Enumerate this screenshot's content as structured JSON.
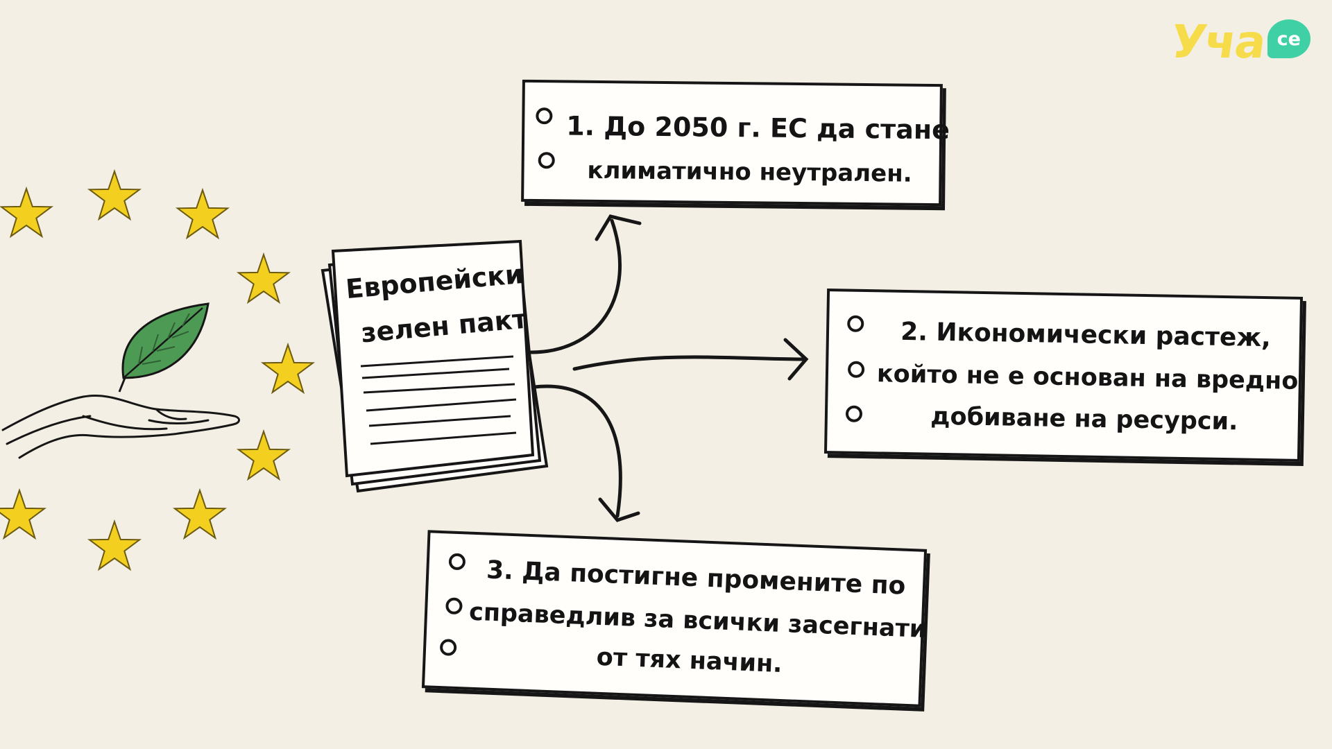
{
  "logo": {
    "text": "Уча",
    "badge": "се"
  },
  "colors": {
    "background": "#f3efe4",
    "logo_yellow": "#f6dc4a",
    "logo_green": "#3fd0a5",
    "star_yellow": "#f3cf1f",
    "leaf_green": "#4d9a54",
    "ink": "#161616"
  },
  "document": {
    "line1": "Европейски",
    "line2": "зелен пакт"
  },
  "goals": [
    {
      "lines": [
        "1. До 2050 г. ЕС да стане",
        "климатично неутрален."
      ]
    },
    {
      "lines": [
        "2. Икономически растеж,",
        "който не е основан на вредно",
        "добиване на ресурси."
      ]
    },
    {
      "lines": [
        "3. Да постигне промените по",
        "справедлив за всички засегнати",
        "от тях начин."
      ]
    }
  ],
  "icons": [
    "eu-star-icon",
    "leaf-icon",
    "open-hand-icon",
    "document-icon",
    "arrow-icon"
  ]
}
